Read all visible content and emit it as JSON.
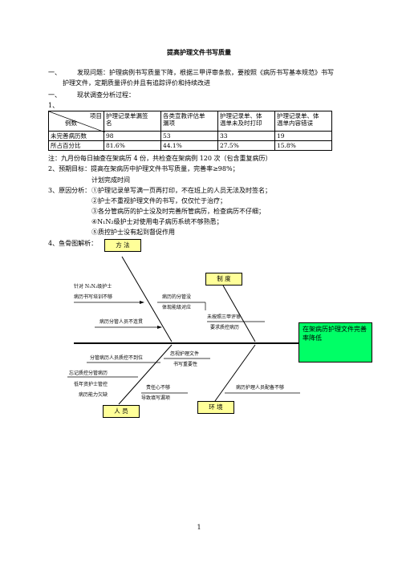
{
  "title": "提高护理文件书写质量",
  "section1": {
    "num": "一、",
    "line1": "发现问题：护理病例书写质量下降，根据三甲评审条款，要按照《病历书写基本规范》书写",
    "line2": "护理文件，定期质量评价并且有追踪评价和持续改进"
  },
  "section2": {
    "num": "一、",
    "text": "现状调查分析过程："
  },
  "item1": "1、",
  "table": {
    "corner_top": "项目",
    "corner_bottom": "例数",
    "headers": [
      [
        "护理记录单漏签",
        "名"
      ],
      [
        "各类宣教评估单",
        "漏项"
      ],
      [
        "护理记录单、体",
        "温单未及时打印"
      ],
      [
        "护理记录单、体",
        "温单内容错误"
      ]
    ],
    "rows": [
      {
        "label": "未完善病历数",
        "values": [
          "98",
          "53",
          "33",
          "19"
        ]
      },
      {
        "label": "所占百分比",
        "values": [
          "81.6%",
          "44.1%",
          "27.5%",
          "15.8%"
        ]
      }
    ]
  },
  "note": "注：九月份每日抽查在架病历 4 份，共检查在架病例 120 次（包含重复病历）",
  "item2": "2、预期目标：提高在架病历中护理文件书写质量，完善率≥98%；",
  "item2b": "计划完成时间",
  "item3": {
    "head": "3、原因分析：",
    "reasons": [
      "①护理记录单写满一页再打印，不在班上的人员无法及时签名；",
      "②护士不重视护理文件的书写，仅仅忙于治疗；",
      "③各分管病历的护士没及时完善所管病历，检查病历不仔细；",
      "④N₁N₂级护士对使用电子病历系统不够熟悉；",
      "⑤质控护士没有起到督促作用"
    ]
  },
  "item4": "4、鱼骨图解析：",
  "fishbone": {
    "cat_method": "方 法",
    "cat_system": "制  度",
    "cat_people": "人 员",
    "cat_env": "环 境",
    "result": "在架病历护理文件完善率降低",
    "m1a": "针对 N₁N₂级护士",
    "m1b": "病历书写培训不够",
    "m2a": "病历的分管没",
    "m2b": "体现能级对应",
    "m3": "病历分管人员不连贯",
    "s1a": "未按照三甲评审",
    "s1b": "要求质控病历",
    "p1": "分管病历人员质控不到位",
    "p2a": "忽视护理文件",
    "p2b": "书写重要性",
    "p3a": "忘记质控分管病历",
    "p3b": "低年资护士管控",
    "p3c": "病历能力欠缺",
    "p4a": "责任心不够",
    "p4b": "导致填写漏项",
    "e1": "病历护理人员配备不够"
  },
  "page_number": "1"
}
